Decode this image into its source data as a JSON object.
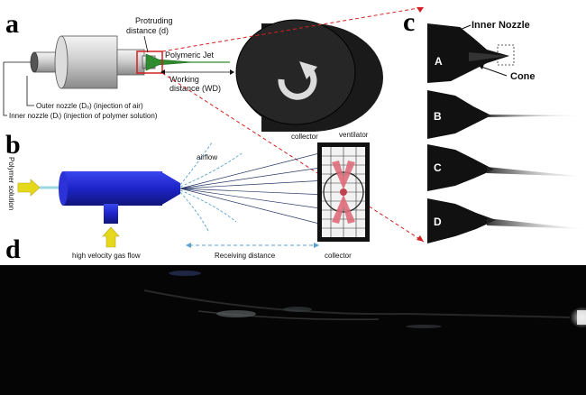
{
  "panels": {
    "a": {
      "label": "a",
      "protruding": [
        "Protruding",
        "distance (d)"
      ],
      "polymeric_jet": "Polymeric Jet",
      "working": [
        "Working",
        "distance (WD)"
      ],
      "outer_nozzle": "Outer nozzle (Dₒ) (injection of air)",
      "inner_nozzle": "Inner nozzle (Dᵢ) (injection of polymer solution)",
      "collector": "collector"
    },
    "b": {
      "label": "b",
      "polymer_solution": "Polymer solution",
      "airflow": "airflow",
      "ventilator": "ventilator",
      "gas_flow": "high velocity gas flow",
      "receiving": "Receiving   distance",
      "collector": "collector"
    },
    "c": {
      "label": "c",
      "inner_nozzle": "Inner Nozzle",
      "cone": "Cone",
      "frames": [
        "A",
        "B",
        "C",
        "D"
      ]
    },
    "d": {
      "label": "d"
    }
  },
  "colors": {
    "red_dashed": "#d42020",
    "nozzle_blue": "#1d24c8",
    "arrow_yellow": "#e6d81a",
    "jet_green": "#2e8b2e",
    "blade_red": "#e06c7a",
    "airflow_dashed": "#5aa0d0"
  },
  "icons": [
    "rotation-arrow-icon",
    "fan-icon"
  ]
}
